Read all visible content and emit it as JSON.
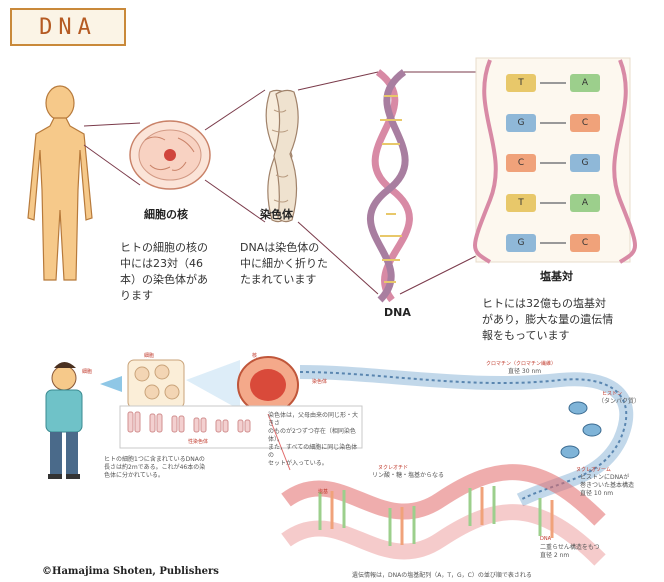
{
  "header": {
    "title": "DNA"
  },
  "top": {
    "nucleus": {
      "label": "細胞の核",
      "desc": [
        "ヒトの細胞の核の",
        "中には23対（46",
        "本）の染色体があ",
        "ります"
      ]
    },
    "chromosome": {
      "label": "染色体",
      "desc": [
        "DNAは染色体の",
        "中に細かく折りた",
        "たまれています"
      ]
    },
    "dna": {
      "label": "DNA"
    },
    "base_pair": {
      "label": "塩基対",
      "desc": [
        "ヒトには32億もの塩基対",
        "があり，膨大な量の遺伝情",
        "報をもっています"
      ],
      "letters": [
        [
          "T",
          "A"
        ],
        [
          "G",
          "C"
        ],
        [
          "C",
          "G"
        ],
        [
          "T",
          "A"
        ],
        [
          "G",
          "C"
        ]
      ]
    }
  },
  "bottom": {
    "person_label": "細胞",
    "cell_label": "細胞",
    "nucleus_label": "核",
    "chromosome_label": "染色体",
    "chromatin_label": "クロマチン（クロマチン繊維）",
    "chromatin_size": "直径 30 nm",
    "histone_label": "ヒストン",
    "histone_sub": "（タンパク質）",
    "nucleosome_label": "ヌクレオソーム",
    "nucleosome_desc": [
      "ヒストンにDNAが",
      "巻きついた基本構造",
      "直径 10 nm"
    ],
    "nucleotide_label": "ヌクレオチド",
    "nucleotide_desc": "リン酸・糖・塩基からなる",
    "base_label": "塩基",
    "dna_label": "DNA",
    "dna_desc": [
      "二重らせん構造をもつ",
      "直径 2 nm"
    ],
    "box_text": [
      "染色体は，父母由来の同じ形・大きさ",
      "のものが2つずつ存在（相同染色体）。",
      "また，すべての細胞に同じ染色体の",
      "セットが入っている。"
    ],
    "sex_chromosome": "性染色体",
    "length_note": [
      "ヒトの細胞1つに含まれているDNAの",
      "長さは約2mである。これが46本の染",
      "色体に分かれている。"
    ],
    "base_note": "遺伝情報は，DNAの塩基配列（A，T，G，C）の並び順で表される"
  },
  "footer": {
    "copyright": "©Hamajima Shoten, Publishers"
  },
  "colors": {
    "title_border": "#c9893a",
    "skin": "#f6c98a",
    "dna_pink": "#d88aa5",
    "dna_purple": "#a87ea0",
    "base_colors": [
      "#e8c86a",
      "#8fb8d8",
      "#f0a27a",
      "#9ccf8c",
      "#c5a6d9"
    ]
  }
}
